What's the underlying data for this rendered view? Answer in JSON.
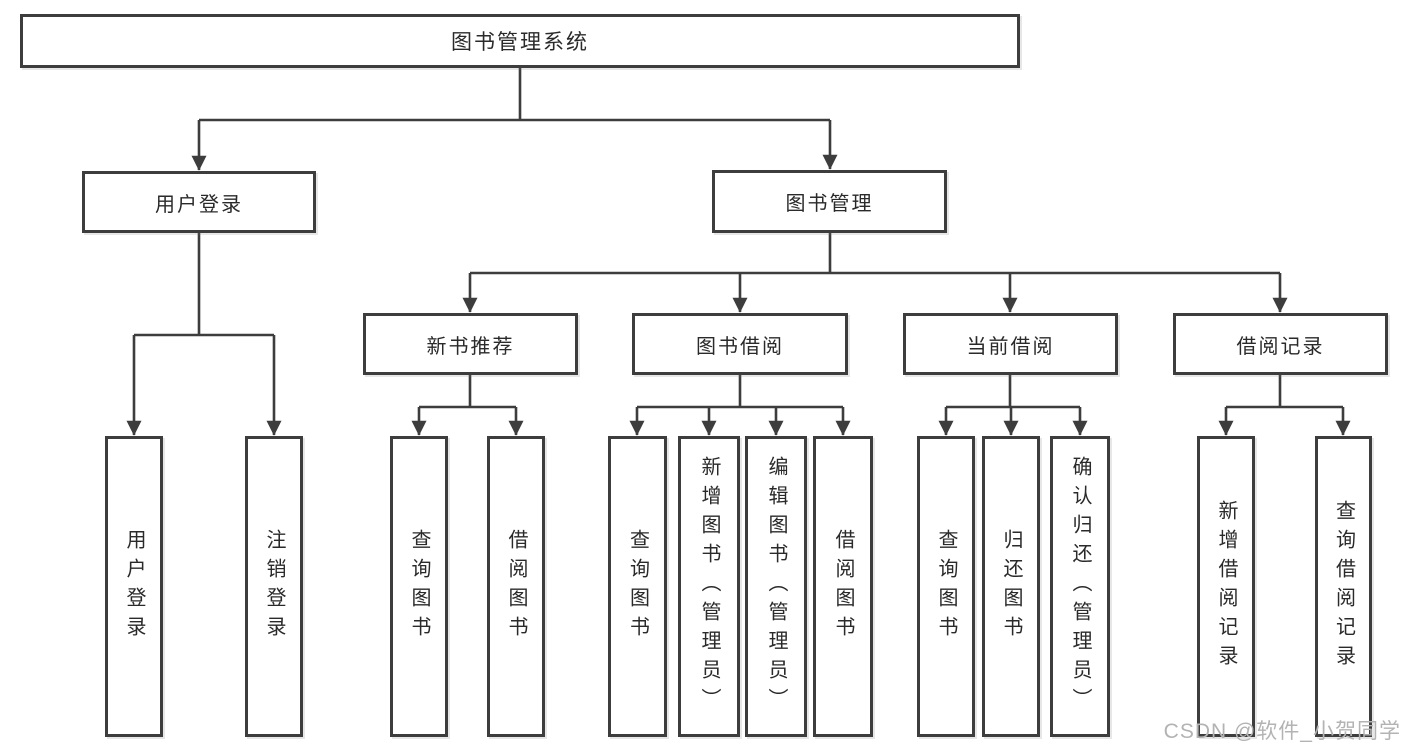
{
  "colors": {
    "line": "#3d3d3d",
    "text": "#2a2a2a",
    "watermark": "#b3b3b3",
    "background": "#ffffff"
  },
  "watermark": "CSDN @软件_小贺同学",
  "tree": {
    "root": "图书管理系统",
    "branches": [
      {
        "label": "用户登录",
        "children": [
          "用户登录",
          "注销登录"
        ]
      },
      {
        "label": "图书管理",
        "groups": [
          {
            "label": "新书推荐",
            "children": [
              "查询图书",
              "借阅图书"
            ]
          },
          {
            "label": "图书借阅",
            "children": [
              "查询图书",
              "新增图书（管理员）",
              "编辑图书（管理员）",
              "借阅图书"
            ]
          },
          {
            "label": "当前借阅",
            "children": [
              "查询图书",
              "归还图书",
              "确认归还（管理员）"
            ]
          },
          {
            "label": "借阅记录",
            "children": [
              "新增借阅记录",
              "查询借阅记录"
            ]
          }
        ]
      }
    ]
  }
}
